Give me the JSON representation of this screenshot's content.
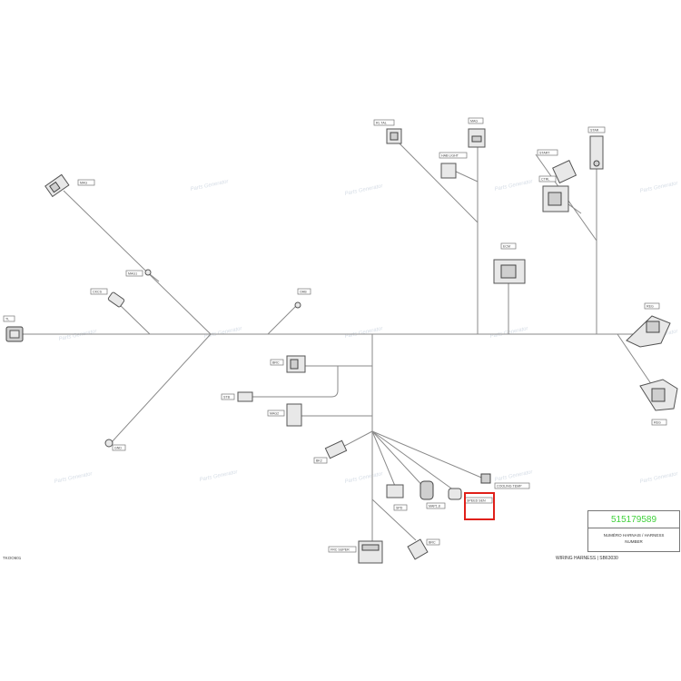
{
  "diagram": {
    "title_block": {
      "part_number": "515179589",
      "label_line_1": "NUMÉRO HARNAIS / HARNESS",
      "label_line_2": "NUMBER",
      "footer": "WIRING HARNESS | SB63030"
    },
    "drawing_code": "TKOO601",
    "colors": {
      "wire": "#8a8a8a",
      "highlight": "#e0201a",
      "part_number": "#3fd13a"
    },
    "connectors": [
      {
        "name": "connector-left-end",
        "tag": "TL"
      },
      {
        "name": "connector-upper-left",
        "tag": "MAG"
      },
      {
        "name": "connector-diag-mid",
        "tag": "MAG1"
      },
      {
        "name": "connector-left-small",
        "tag": "CKCS"
      },
      {
        "name": "connector-mid-small",
        "tag": "OAB"
      },
      {
        "name": "connector-left-low",
        "tag": "GND"
      },
      {
        "name": "connector-center-1",
        "tag": "BRC"
      },
      {
        "name": "connector-center-2",
        "tag": "STB"
      },
      {
        "name": "connector-center-3",
        "tag": "MAG2"
      },
      {
        "name": "connector-lower-1",
        "tag": "BK2"
      },
      {
        "name": "connector-lower-2",
        "tag": "SPD"
      },
      {
        "name": "connector-lower-3",
        "tag": "MAP1.8"
      },
      {
        "name": "connector-lower-4",
        "tag": "COOLING TEMP"
      },
      {
        "name": "connector-bottom-block",
        "tag": "FRC SUPER"
      },
      {
        "name": "connector-bottom-2",
        "tag": "BRC"
      },
      {
        "name": "connector-top-1",
        "tag": "RL TAL"
      },
      {
        "name": "connector-top-2",
        "tag": "MAG"
      },
      {
        "name": "connector-top-3",
        "tag": "HAB LIGHT"
      },
      {
        "name": "connector-top-4",
        "tag": "STAR"
      },
      {
        "name": "connector-top-5",
        "tag": "START"
      },
      {
        "name": "connector-top-6",
        "tag": "CTRL"
      },
      {
        "name": "connector-mid-right",
        "tag": "ECM"
      },
      {
        "name": "connector-right-1",
        "tag": "REG"
      },
      {
        "name": "connector-right-2",
        "tag": "REG"
      },
      {
        "name": "connector-highlighted",
        "tag": "SPEED SEN"
      }
    ],
    "watermark": "Parts Generator"
  }
}
